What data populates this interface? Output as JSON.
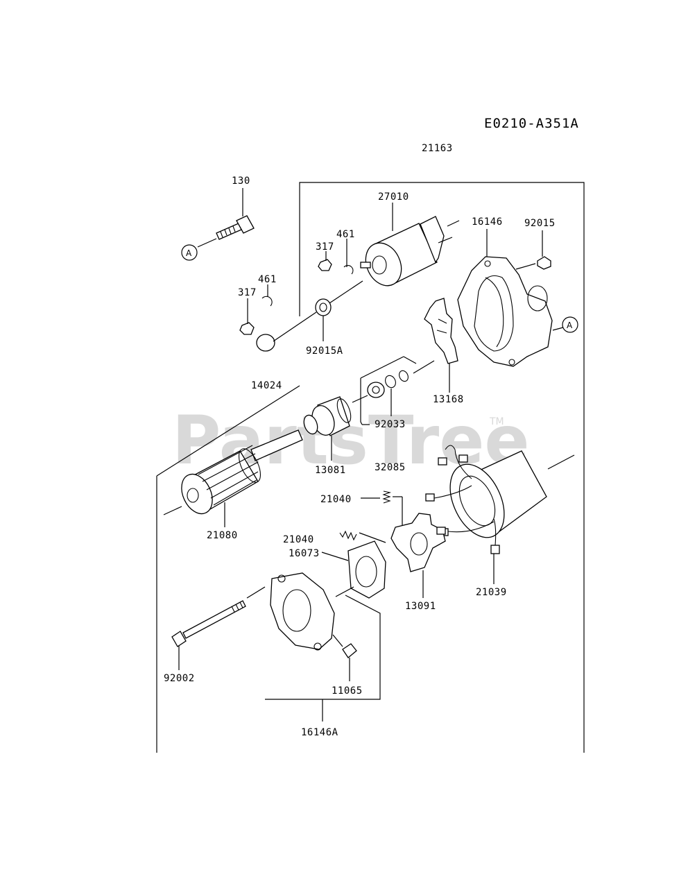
{
  "diagram_code": "E0210-A351A",
  "watermark": {
    "text": "PartsTree",
    "trademark": "TM"
  },
  "reference_marker": "A",
  "parts": {
    "p21163": "21163",
    "p130": "130",
    "p27010": "27010",
    "p16146": "16146",
    "p92015": "92015",
    "p461_top": "461",
    "p317_top": "317",
    "p461_left": "461",
    "p317_left": "317",
    "p92015A": "92015A",
    "p14024": "14024",
    "p13168": "13168",
    "p92033": "92033",
    "p13081": "13081",
    "p32085": "32085",
    "p21040_a": "21040",
    "p21080": "21080",
    "p21040_b": "21040",
    "p16073": "16073",
    "p21039": "21039",
    "p13091": "13091",
    "p92002": "92002",
    "p11065": "11065",
    "p16146A": "16146A"
  },
  "colors": {
    "line": "#000000",
    "watermark": "#d9d9d9",
    "background": "#ffffff"
  }
}
